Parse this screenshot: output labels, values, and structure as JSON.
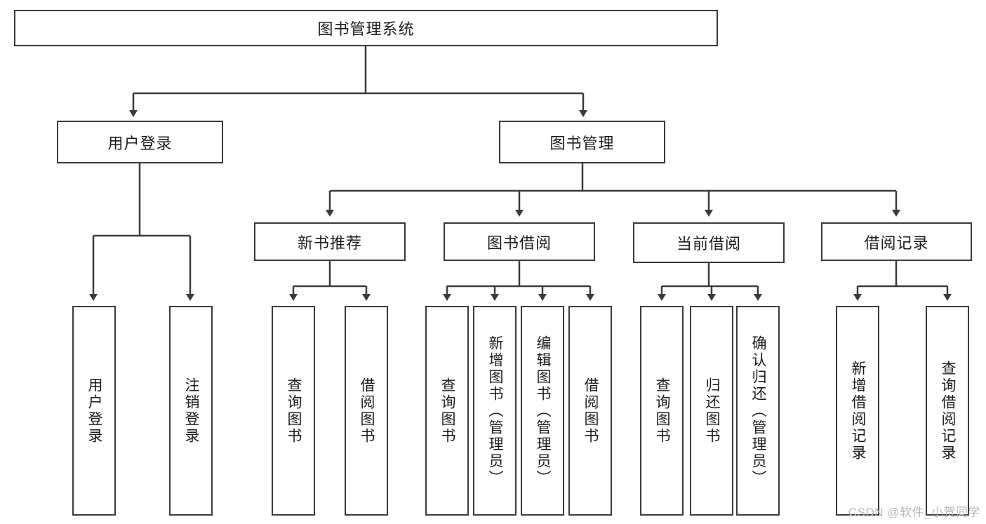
{
  "diagram": {
    "title": "图书管理系统",
    "type": "tree-hierarchy",
    "root": {
      "label": "图书管理系统"
    },
    "level2": [
      {
        "label": "用户登录"
      },
      {
        "label": "图书管理"
      }
    ],
    "level3": [
      {
        "label": "新书推荐"
      },
      {
        "label": "图书借阅"
      },
      {
        "label": "当前借阅"
      },
      {
        "label": "借阅记录"
      }
    ],
    "leaves": {
      "user_login": [
        {
          "label": "用户登录"
        },
        {
          "label": "注销登录"
        }
      ],
      "new_book_recommend": [
        {
          "label": "查询图书"
        },
        {
          "label": "借阅图书"
        }
      ],
      "book_borrow": [
        {
          "label": "查询图书"
        },
        {
          "label": "新增图书（管理员）"
        },
        {
          "label": "编辑图书（管理员）"
        },
        {
          "label": "借阅图书"
        }
      ],
      "current_borrow": [
        {
          "label": "查询图书"
        },
        {
          "label": "归还图书"
        },
        {
          "label": "确认归还（管理员）"
        }
      ],
      "borrow_record": [
        {
          "label": "新增借阅记录"
        },
        {
          "label": "查询借阅记录"
        }
      ]
    }
  },
  "watermark": {
    "text": "CSDN @软件_小贺同学"
  },
  "colors": {
    "stroke": "#3a3a3a",
    "text": "#1b1b1b",
    "background": "#ffffff",
    "watermark": "#b9b9b9"
  }
}
